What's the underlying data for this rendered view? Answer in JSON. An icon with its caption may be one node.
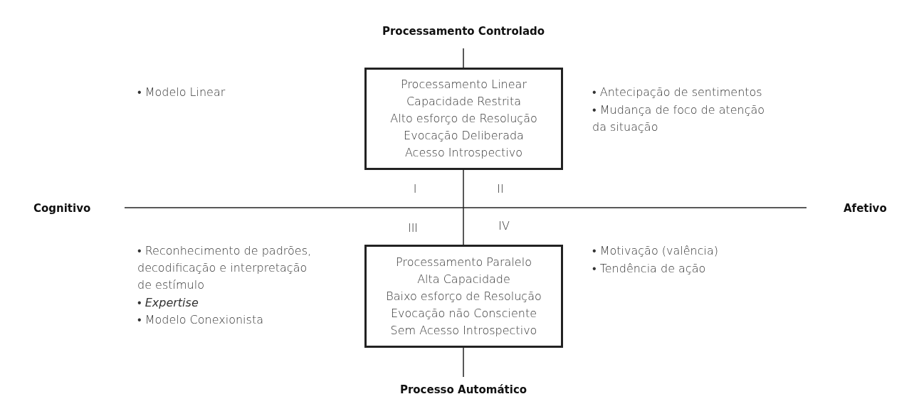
{
  "diagram": {
    "nodes": [
      {
        "text": [
          "Processamento Linear",
          "Capacidade Restrita",
          "Alto esforço de Resolução",
          "Evocação Deliberada",
          "Acesso Introspectivo"
        ]
      },
      {
        "text": [
          "Processamento Paralelo",
          "Alta Capacidade",
          "Baixo esforço de Resolução",
          "Evocação não Consciente",
          "Sem Acesso Introspectivo"
        ]
      }
    ],
    "edges": [],
    "labels": [
      "Processamento Controlado",
      "• Modelo Linear",
      "• Antecipação de sentimentos",
      "• Mudança de foco de atenção da situação",
      "I",
      "II",
      "Cognitivo",
      "Afetivo",
      "III",
      "IV",
      "• Reconhecimento de padrões, decodificação e interpretação de estímulo",
      "• *Expertise*",
      "• Modelo Conexionista",
      "• Motivação (valência)",
      "• Tendência de ação",
      "Processo Automático"
    ]
  }
}
